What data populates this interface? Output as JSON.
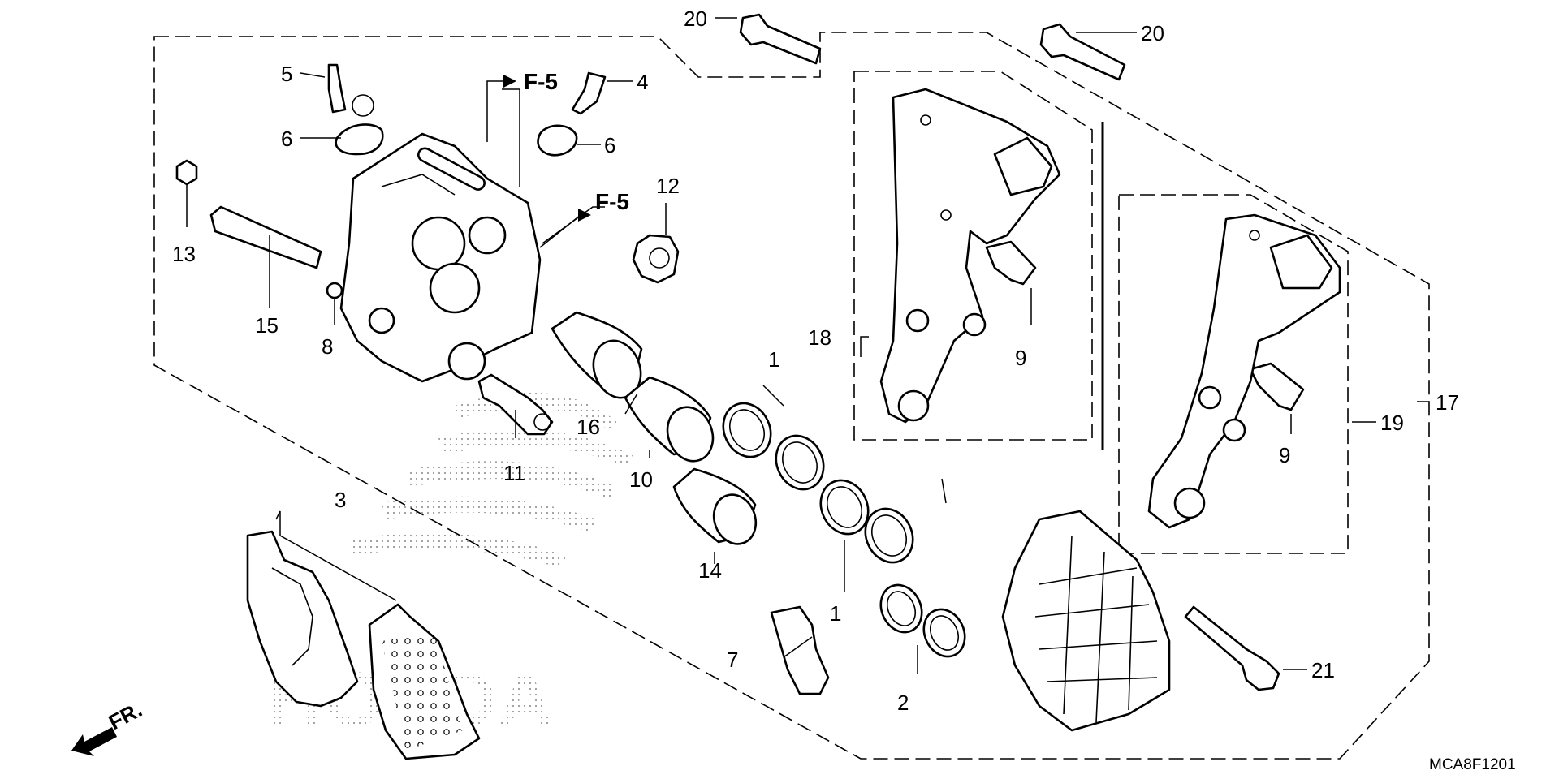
{
  "diagram": {
    "drawing_code": "MCA8F1201",
    "direction_label": "FR.",
    "ref_labels": [
      "F-5",
      "F-5"
    ],
    "callouts": {
      "c1a": "1",
      "c1b": "1",
      "c2": "2",
      "c3": "3",
      "c4": "4",
      "c5": "5",
      "c6a": "6",
      "c6b": "6",
      "c7": "7",
      "c8": "8",
      "c9a": "9",
      "c9b": "9",
      "c10": "10",
      "c11": "11",
      "c12": "12",
      "c13": "13",
      "c14": "14",
      "c15": "15",
      "c16": "16",
      "c17": "17",
      "c18": "18",
      "c19": "19",
      "c20a": "20",
      "c20b": "20",
      "c21": "21"
    },
    "watermark": "HONDA"
  }
}
